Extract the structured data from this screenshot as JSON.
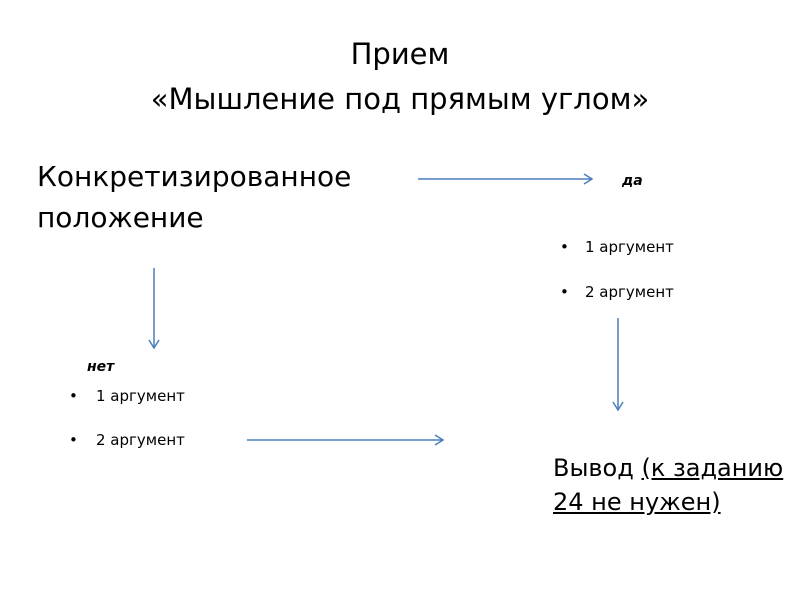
{
  "title": {
    "line1": "Прием",
    "line2": "«Мышление под прямым углом»"
  },
  "statement": {
    "line1": "Конкретизированное",
    "line2": "положение"
  },
  "yes_branch": {
    "label": "да",
    "items": [
      "1 аргумент",
      "2 аргумент"
    ]
  },
  "no_branch": {
    "label": "нет",
    "items": [
      "1 аргумент",
      "2 аргумент"
    ]
  },
  "conclusion": {
    "word": "Вывод",
    "note_line1": "(к заданию",
    "note_line2": "24 не нужен)"
  },
  "colors": {
    "arrow": "#4a7ebb"
  },
  "bullet": "•"
}
